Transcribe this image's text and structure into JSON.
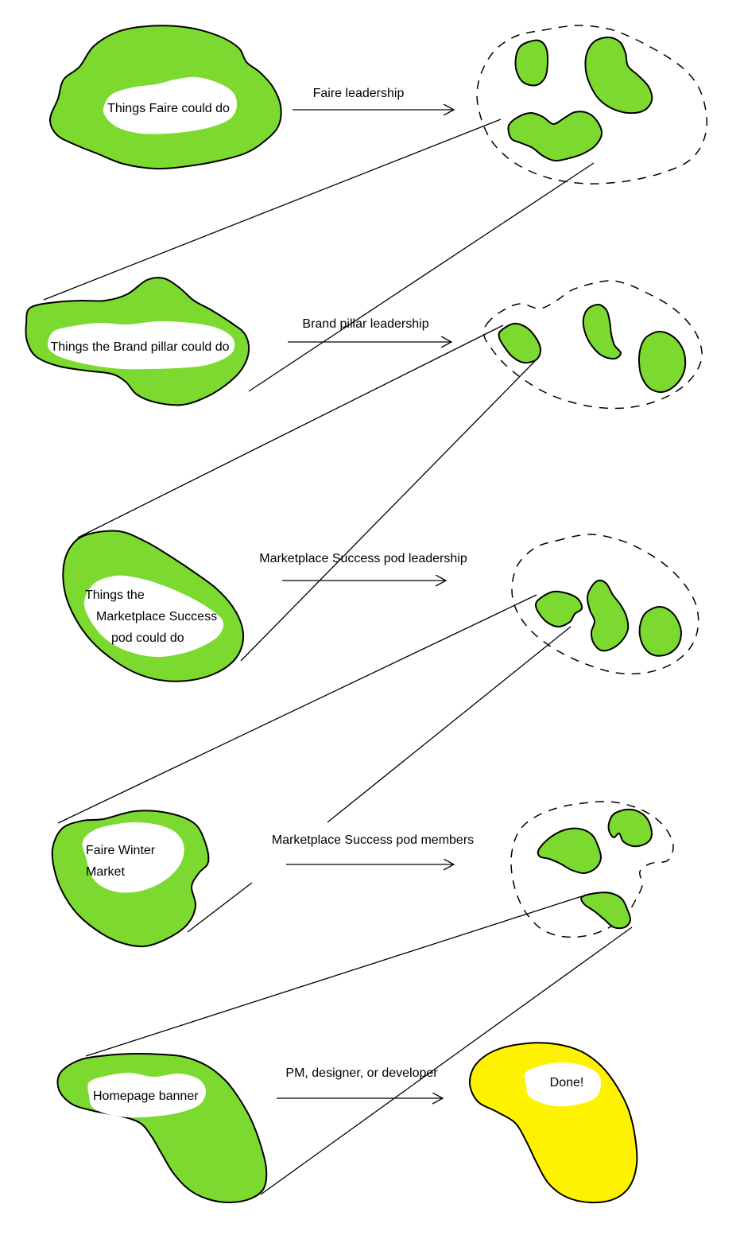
{
  "diagram": {
    "colors": {
      "pool_green": "#7cd92f",
      "done_yellow": "#fff200",
      "ink": "#000000",
      "background": "#ffffff"
    },
    "stages": [
      {
        "input_label_lines": [
          "Things Faire could do"
        ],
        "filter_label": "Faire leadership"
      },
      {
        "input_label_lines": [
          "Things the Brand pillar could do"
        ],
        "filter_label": "Brand pillar leadership"
      },
      {
        "input_label_lines": [
          "Things the",
          "Marketplace Success",
          "pod could do"
        ],
        "filter_label": "Marketplace Success pod leadership"
      },
      {
        "input_label_lines": [
          "Faire Winter",
          "Market"
        ],
        "filter_label": "Marketplace Success pod members"
      },
      {
        "input_label_lines": [
          "Homepage banner"
        ],
        "filter_label": "PM, designer, or developer",
        "result_label": "Done!"
      }
    ]
  }
}
